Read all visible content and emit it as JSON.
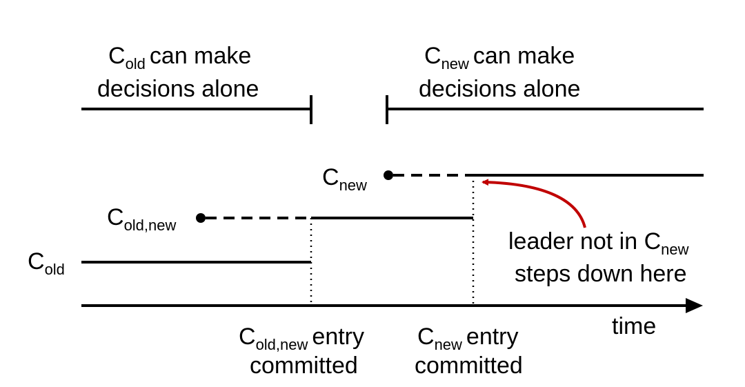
{
  "top_labels": {
    "old": {
      "prefix": "C",
      "sub": "old",
      "line1_rest": "can make",
      "line2": "decisions alone"
    },
    "new": {
      "prefix": "C",
      "sub": "new",
      "line1_rest": "can make",
      "line2": "decisions alone"
    }
  },
  "config_labels": {
    "old": {
      "prefix": "C",
      "sub": "old"
    },
    "oldnew": {
      "prefix": "C",
      "sub": "old,new"
    },
    "new": {
      "prefix": "C",
      "sub": "new"
    }
  },
  "axis": {
    "label": "time"
  },
  "events": {
    "oldnew_committed": {
      "prefix": "C",
      "sub": "old,new",
      "rest": "entry",
      "line2": "committed"
    },
    "new_committed": {
      "prefix": "C",
      "sub": "new",
      "rest": "entry",
      "line2": "committed"
    }
  },
  "annotation": {
    "line1": "leader not in C",
    "line1_sub": "new",
    "line2": "steps down here"
  },
  "colors": {
    "annotation_arrow": "#c00000",
    "lines": "#000000"
  }
}
